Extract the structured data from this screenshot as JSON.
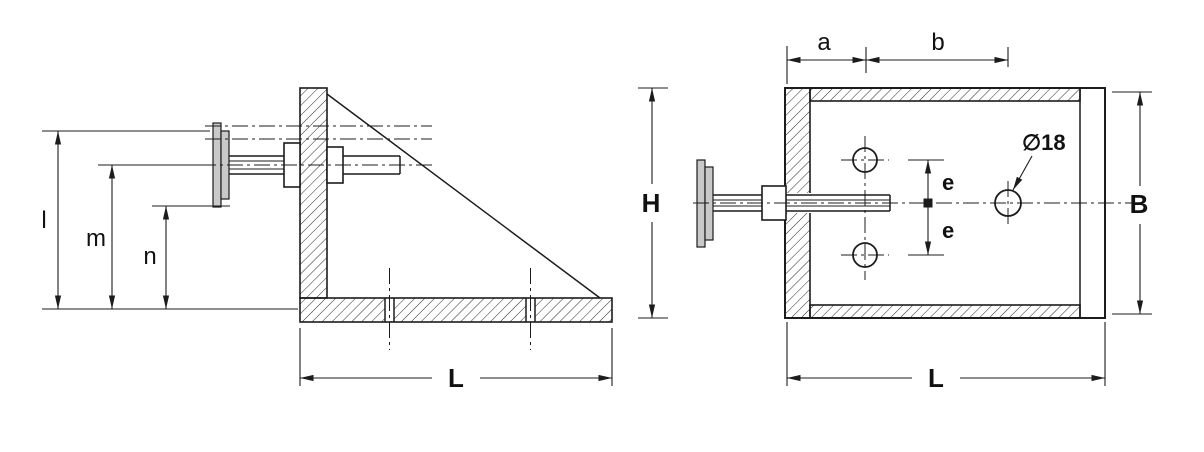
{
  "drawing": {
    "type": "technical-drawing-two-views",
    "views": {
      "side_view": {
        "dim_l": "l",
        "dim_m": "m",
        "dim_n": "n",
        "dim_length": "L"
      },
      "front_view": {
        "dim_a": "a",
        "dim_b": "b",
        "dim_height": "H",
        "dim_width": "B",
        "dim_e_upper": "e",
        "dim_e_lower": "e",
        "hole_diameter_label": "∅18",
        "dim_length": "L"
      }
    },
    "colors": {
      "line": "#1c1c1c",
      "hatch": "#2a2a2a",
      "washer_fill": "#c9c9c9",
      "background": "#ffffff"
    }
  }
}
